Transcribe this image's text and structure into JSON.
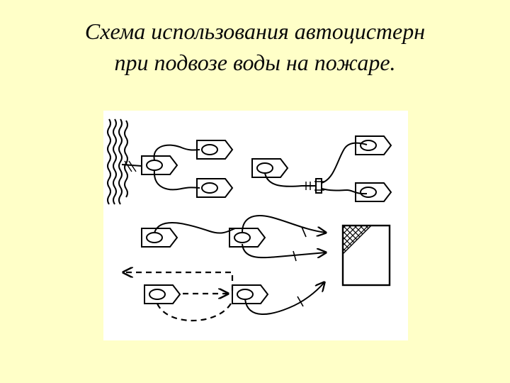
{
  "title": {
    "line1": "Схема использования автоцистерн",
    "line2": "при подвозе воды на пожаре."
  },
  "diagram": {
    "elements": [
      "water-source",
      "tanker-truck",
      "hose-line",
      "dashed-return-route",
      "branch-manifold",
      "fire-building"
    ],
    "colors": {
      "background": "#FFFFC8",
      "panel": "#FFFFFF",
      "ink": "#000000"
    }
  }
}
